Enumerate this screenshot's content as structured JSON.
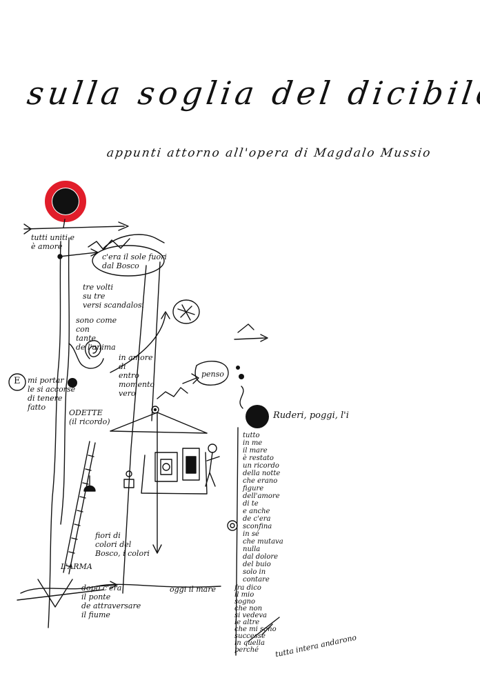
{
  "title": "sulla soglia del dicibile",
  "subtitle": "appunti attorno all'opera di Magdalo Mussio",
  "colors": {
    "ink": "#111111",
    "accent": "#e11d2a",
    "paper": "#ffffff"
  },
  "drawing": {
    "letter_mark": "E",
    "notes": {
      "n1": "tutti uniti e\nè amore",
      "n2": "c'era il sole fuori\ndal Bosco",
      "n3": "tre volti\nsu tre\nversi scandalosi",
      "n4": "sono come\ncon\ntante\nde l'anima",
      "n5": "in amore\ndi\nentro\nmomento\nvero",
      "n6": "mi portar\nle si accorse\ndi tenere\nfatto",
      "n7": "ODETTE\n(il ricordo)",
      "n8": "penso",
      "n9": "fiori di\ncolori del\nBosco, i colori",
      "n10": "L'ARMA",
      "n11": "dopo c'era\nil ponte\nde attraversare\nil fiume",
      "n12": "oggi il mare",
      "n13": "tutto\nin me\nil mare\nè restato\nun ricordo\ndella notte\nche erano\nfigure\ndell'amore\ndi te\ne anche\nde c'era\nsconfina\nin sé\nche mutava\nnulla\ndal dolore\ndel buio\nsolo in\ncontare",
      "n14": "fra dico\nil mio\nsogno\nche non\nsi vedeva\nle altre\nche mi sono\nsuccesse\nin quella\nperché",
      "n15": "tutta intera andarono",
      "n16": "Ruderi, poggi, l'i"
    }
  }
}
